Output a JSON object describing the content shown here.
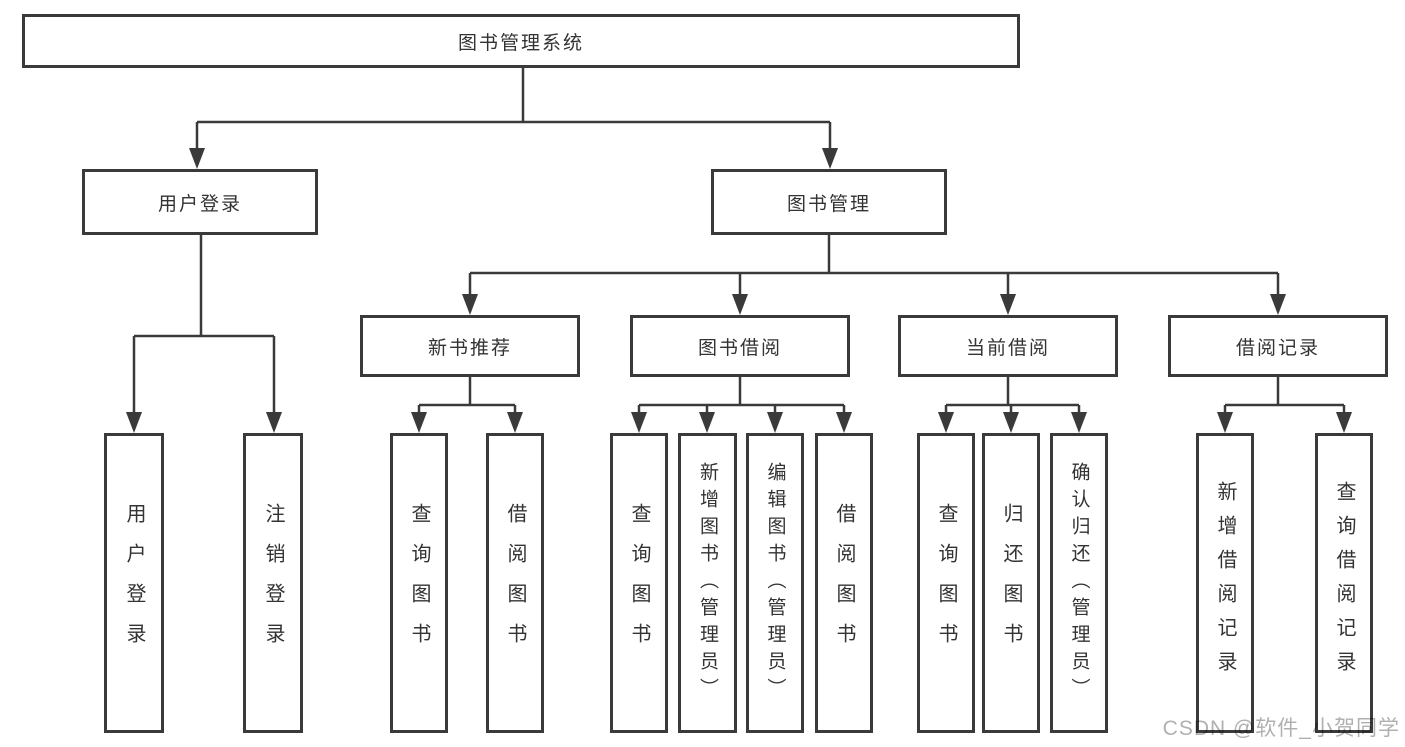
{
  "colors": {
    "line": "#3a3a3a",
    "text": "#333333",
    "watermark": "#b0b0b0",
    "background": "#ffffff"
  },
  "watermark": {
    "text": "CSDN @软件_小贺同学"
  },
  "tree": {
    "root": {
      "label": "图书管理系统"
    },
    "children": [
      {
        "label": "用户登录",
        "children": [
          {
            "label": "用户登录"
          },
          {
            "label": "注销登录"
          }
        ]
      },
      {
        "label": "图书管理",
        "children": [
          {
            "label": "新书推荐",
            "children": [
              {
                "label": "查询图书"
              },
              {
                "label": "借阅图书"
              }
            ]
          },
          {
            "label": "图书借阅",
            "children": [
              {
                "label": "查询图书"
              },
              {
                "label": "新增图书（管理员）"
              },
              {
                "label": "编辑图书（管理员）"
              },
              {
                "label": "借阅图书"
              }
            ]
          },
          {
            "label": "当前借阅",
            "children": [
              {
                "label": "查询图书"
              },
              {
                "label": "归还图书"
              },
              {
                "label": "确认归还（管理员）"
              }
            ]
          },
          {
            "label": "借阅记录",
            "children": [
              {
                "label": "新增借阅记录"
              },
              {
                "label": "查询借阅记录"
              }
            ]
          }
        ]
      }
    ]
  }
}
